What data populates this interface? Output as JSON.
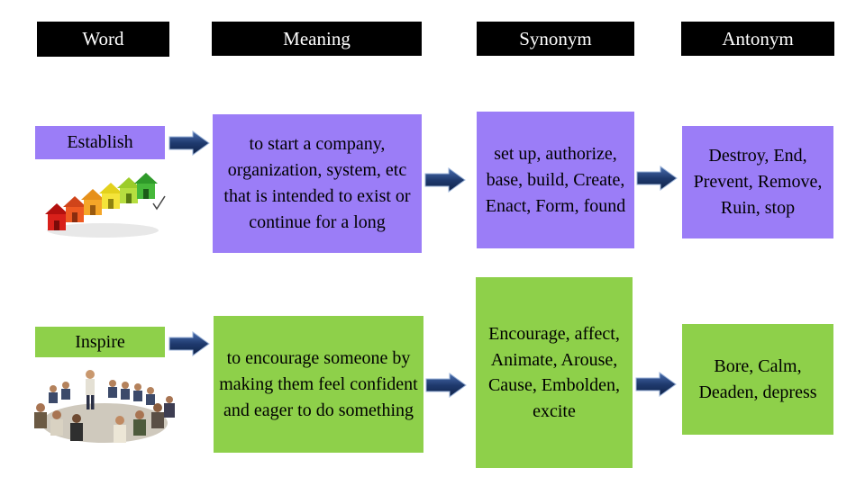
{
  "headers": {
    "word": "Word",
    "meaning": "Meaning",
    "synonym": "Synonym",
    "antonym": "Antonym"
  },
  "rows": [
    {
      "word": "Establish",
      "meaning": "to start a company, organization, system, etc that is intended to exist or continue for a long",
      "synonym": "set up, authorize, base, build, Create, Enact, Form, found",
      "antonym": "Destroy, End, Prevent, Remove, Ruin, stop",
      "image": "colored-houses-illustration"
    },
    {
      "word": "Inspire",
      "meaning": "to encourage someone by making them feel confident and eager to do something",
      "synonym": "Encourage, affect, Animate, Arouse, Cause, Embolden, excite",
      "antonym": "Bore, Calm, Deaden, depress",
      "image": "group-seated-in-circle-photo"
    }
  ],
  "colors": {
    "header_bg": "#000000",
    "header_text": "#ffffff",
    "row1_fill": "#9b7df7",
    "row2_fill": "#8ed04a",
    "arrow_fill": "#1f3a6e"
  },
  "icons": [
    "arrow-right-icon"
  ]
}
